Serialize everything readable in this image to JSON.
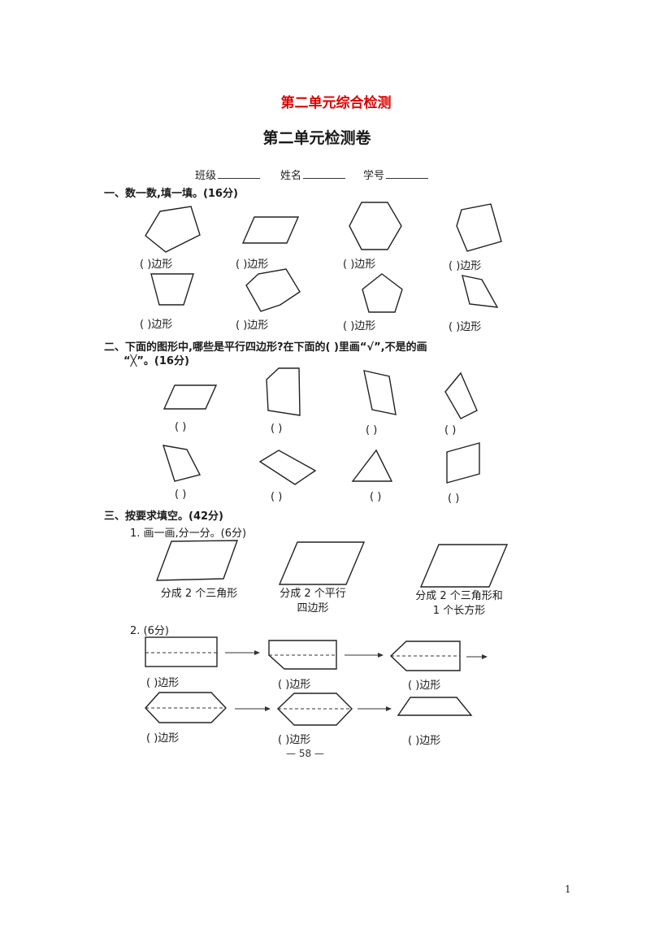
{
  "doc_title": "第二单元综合检测",
  "sheet_title": "第二单元检测卷",
  "info": {
    "class_label": "班级",
    "name_label": "姓名",
    "number_label": "学号"
  },
  "section1": {
    "heading": "一、数一数,填一填。(16分)",
    "captions": [
      "(      )边形",
      "(      )边形",
      "(      )边形",
      "(      )边形",
      "(      )边形",
      "(      )边形",
      "(      )边形",
      "(      )边形"
    ]
  },
  "section2": {
    "heading": "二、下面的图形中,哪些是平行四边形?在下面的(      )里画“√”,不是的画",
    "heading_cont": "“╳”。(16分)",
    "answers": [
      "(    )",
      "(    )",
      "(    )",
      "(    )",
      "(    )",
      "(    )",
      "(    )",
      "(    )"
    ]
  },
  "section3": {
    "heading": "三、按要求填空。(42分)",
    "q1": {
      "label": "1. 画一画,分一分。(6分)",
      "captions": [
        [
          "分成 2 个三角形"
        ],
        [
          "分成 2 个平行",
          "四边形"
        ],
        [
          "分成 2 个三角形和",
          "1 个长方形"
        ]
      ]
    },
    "q2": {
      "label": "2. (6分)",
      "captions": [
        "(      )边形",
        "(      )边形",
        "(      )边形",
        "(      )边形",
        "(      )边形",
        "(      )边形"
      ]
    }
  },
  "page_number": "— 58 —",
  "footer_number": "1"
}
